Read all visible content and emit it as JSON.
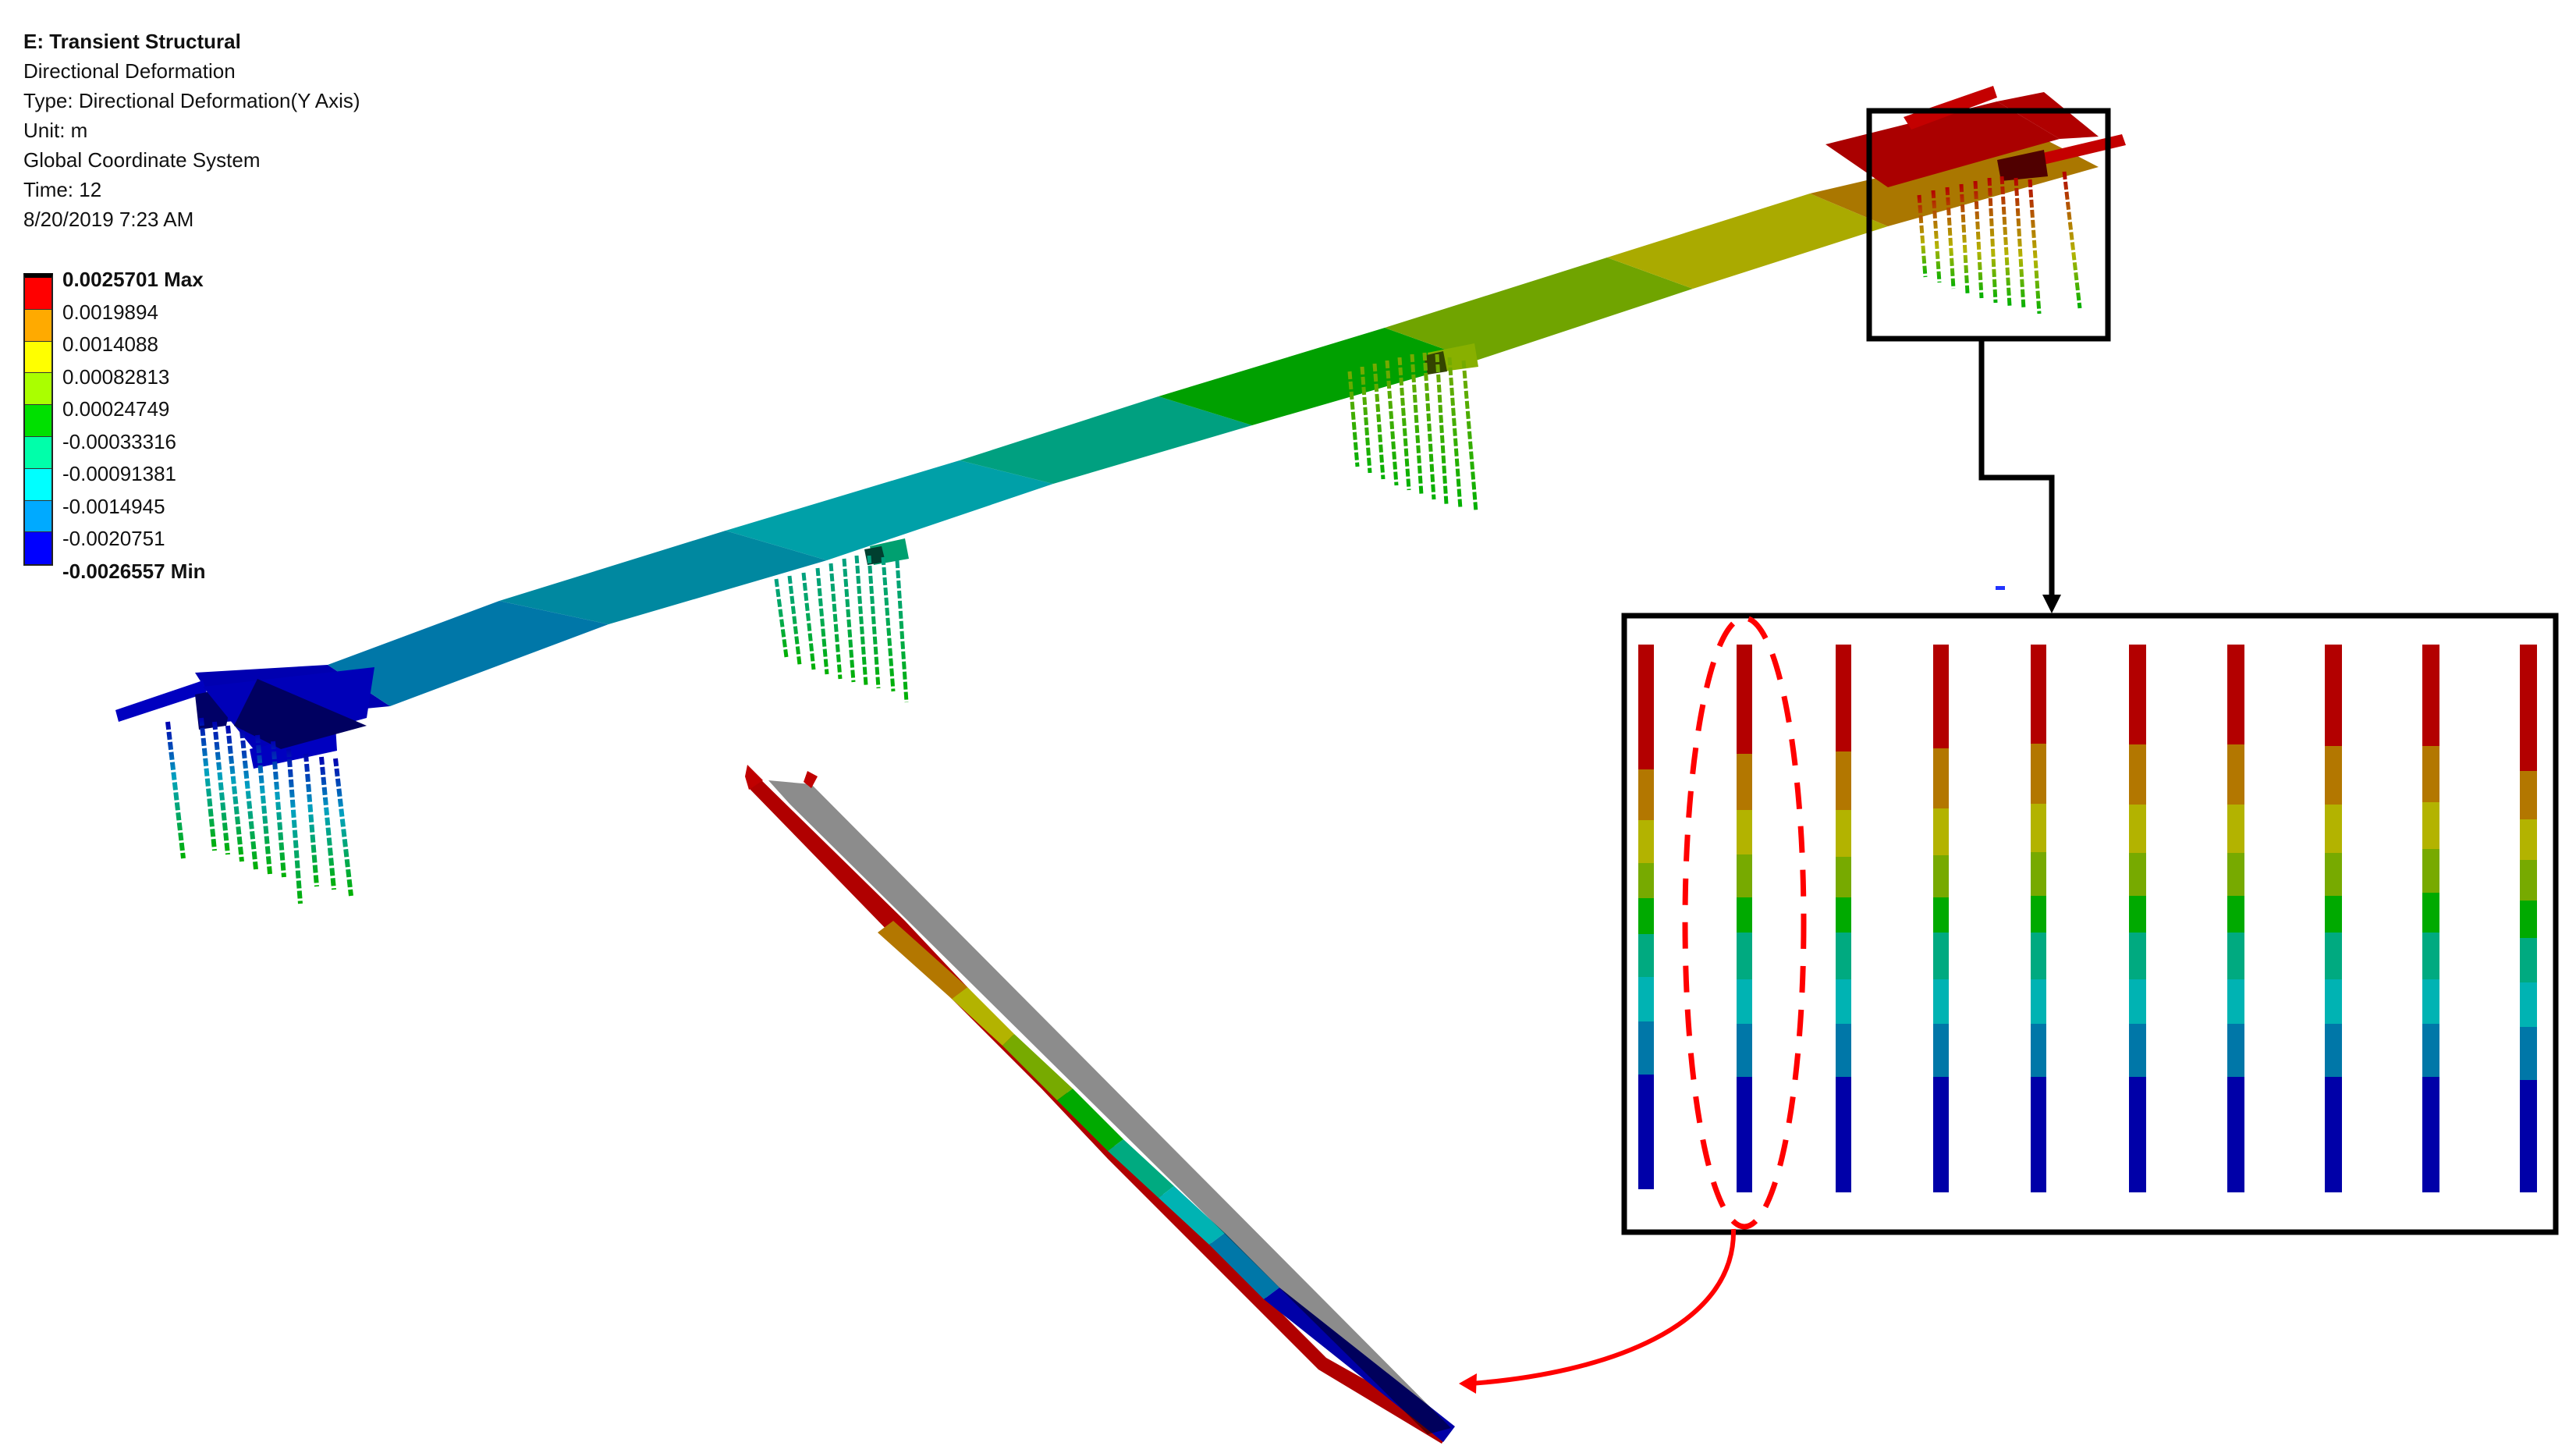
{
  "info": {
    "title": "E: Transient Structural",
    "result": "Directional Deformation",
    "type": "Type: Directional Deformation(Y Axis)",
    "unit": "Unit: m",
    "coordinate_system": "Global Coordinate System",
    "time": "Time: 12",
    "timestamp": "8/20/2019 7:23 AM"
  },
  "legend": {
    "levels": [
      {
        "label": "0.0025701 Max",
        "color": "#ff0000",
        "bold": true
      },
      {
        "label": "0.0019894",
        "color": "#ffaa00"
      },
      {
        "label": "0.0014088",
        "color": "#ffff00"
      },
      {
        "label": "0.00082813",
        "color": "#aaff00"
      },
      {
        "label": "0.00024749",
        "color": "#00e000"
      },
      {
        "label": "-0.00033316",
        "color": "#00ffaa"
      },
      {
        "label": "-0.00091381",
        "color": "#00ffff"
      },
      {
        "label": "-0.0014945",
        "color": "#00aaff"
      },
      {
        "label": "-0.0020751",
        "color": "#0000ff"
      },
      {
        "label": "-0.0026557 Min",
        "color": null,
        "bold": true
      }
    ]
  },
  "colors": {
    "contour": [
      "#0000a8",
      "#0077a8",
      "#00b3b3",
      "#00aa80",
      "#00a800",
      "#77aa00",
      "#b3b300",
      "#b37700",
      "#b30000"
    ],
    "annotation_box": "#000000",
    "annotation_arrow": "#ff0000",
    "background": "#ffffff"
  },
  "annotations": {
    "zoom_box": "Highlighted pile group at max-deformation pier",
    "inset": "Enlarged pile deformation profiles (10 piles)",
    "highlighted_pile": "Dashed ellipse around pile 2",
    "extracted_beam": "Isolated pile member view"
  }
}
